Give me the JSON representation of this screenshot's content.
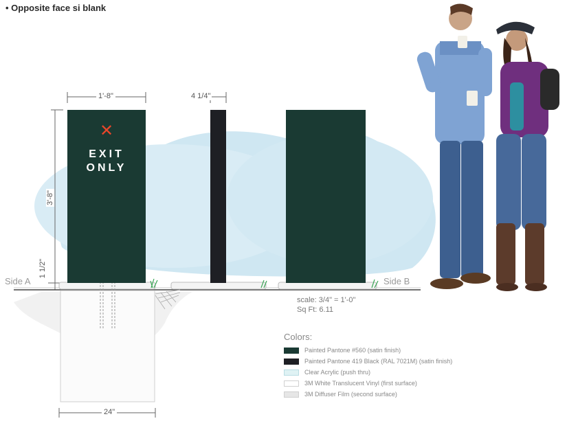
{
  "note": "• Opposite face si blank",
  "dimensions": {
    "panel_width": "1'-8\"",
    "panel_thickness": "4 1/4\"",
    "panel_height": "3'-8\"",
    "base_height": "1 1/2\"",
    "footing_width": "24\""
  },
  "sign": {
    "icon": "x-mark",
    "line1": "EXIT",
    "line2": "ONLY"
  },
  "side_labels": {
    "a": "Side A",
    "b": "Side B"
  },
  "scale": {
    "scale_text": "scale: 3/4\" = 1'-0\"",
    "sqft_text": "Sq Ft: 6.11"
  },
  "colors": {
    "heading": "Colors:",
    "items": [
      {
        "label": "Painted Pantone #560 (satin finish)",
        "color": "#1a3a33"
      },
      {
        "label": "Painted Pantone 419 Black (RAL 7021M) (satin finish)",
        "color": "#1e1f24"
      },
      {
        "label": "Clear Acrylic (push thru)",
        "color": "#dff2f4"
      },
      {
        "label": "3M White Translucent Vinyl (first surface)",
        "color": "#ffffff"
      },
      {
        "label": "3M Diffuser Film (second surface)",
        "color": "#e6e6e6"
      }
    ]
  },
  "palette": {
    "panel_green": "#1a3a33",
    "panel_black": "#1e1f24",
    "x_red": "#e8462a",
    "sky_blue": "#cfe7f2"
  }
}
